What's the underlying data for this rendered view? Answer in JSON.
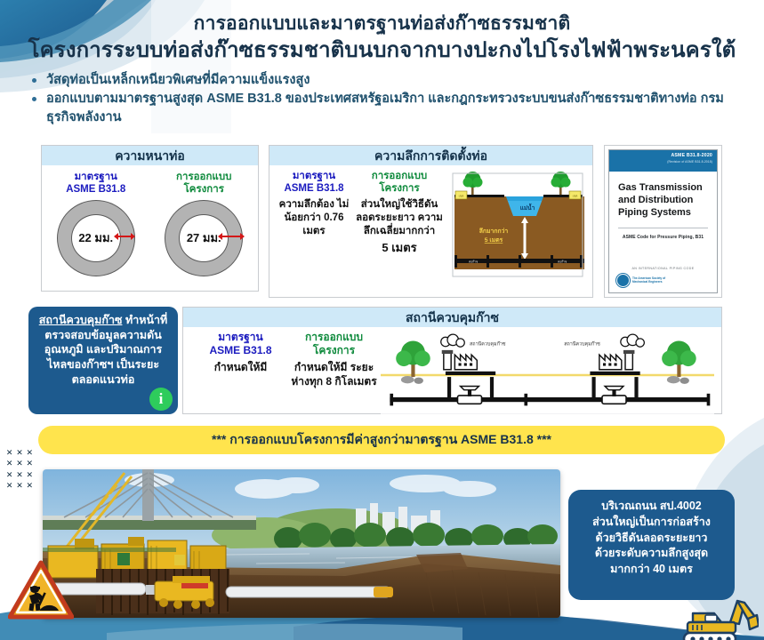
{
  "header": {
    "title_line1": "การออกแบบและมาตรฐานท่อส่งก๊าซธรรมชาติ",
    "title_line2": "โครงการระบบท่อส่งก๊าซธรรมชาติบนบกจากบางปะกงไปโรงไฟฟ้าพระนครใต้",
    "bullets": [
      "วัสดุท่อเป็นเหล็กเหนียวพิเศษที่มีความแข็งแรงสูง",
      "ออกแบบตามมาตรฐานสูงสุด ASME B31.8 ของประเทศสหรัฐอเมริกา และกฎกระทรวงระบบขนส่งก๊าซธรรมชาติทางท่อ กรมธุรกิจพลังงาน"
    ]
  },
  "panel_thickness": {
    "heading": "ความหนาท่อ",
    "standard_label_line1": "มาตรฐาน",
    "standard_label_line2": "ASME B31.8",
    "project_label_line1": "การออกแบบ",
    "project_label_line2": "โครงการ",
    "standard_value": "22 มม.",
    "project_value": "27 มม."
  },
  "panel_depth": {
    "heading": "ความลึกการติดตั้งท่อ",
    "standard_label_line1": "มาตรฐาน",
    "standard_label_line2": "ASME B31.8",
    "standard_text": "ความลึกต้อง ไม่น้อยกว่า 0.76 เมตร",
    "project_label_line1": "การออกแบบ",
    "project_label_line2": "โครงการ",
    "project_text": "ส่วนใหญ่ใช้วิธีดัน ลอดระยะยาว ความลึกเฉลี่ยมากกว่า",
    "project_value": "5 เมตร",
    "diagram": {
      "river_label": "แม่น้ำ",
      "depth_label_line1": "ลึกมากกว่า",
      "depth_label_line2": "5 เมตร",
      "left_marker": "เขต",
      "right_marker": "เขต",
      "pipe_label_left": "ท่อก๊าซ",
      "pipe_label_right": "ท่อก๊าซ"
    }
  },
  "panel_book": {
    "top_code": "ASME B31.8-2020",
    "top_revision": "(Revision of ASME B31.8-2018)",
    "title": "Gas Transmission and Distribution Piping Systems",
    "subtitle": "ASME Code for Pressure Piping, B31",
    "footer_text": "AN INTERNATIONAL PIPING CODE",
    "logo_text_line1": "The American Society of",
    "logo_text_line2": "Mechanical Engineers"
  },
  "note_station": {
    "underlined": "สถานีควบคุมก๊าซ",
    "rest": " ทำหน้าที่ตรวจสอบข้อมูลความดัน อุณหภูมิ และปริมาณการไหลของก๊าซฯ เป็นระยะ ตลอดแนวท่อ",
    "badge_glyph": "i"
  },
  "panel_station": {
    "heading": "สถานีควบคุมก๊าซ",
    "standard_label_line1": "มาตรฐาน",
    "standard_label_line2": "ASME B31.8",
    "standard_text": "กำหนดให้มี",
    "project_label_line1": "การออกแบบ",
    "project_label_line2": "โครงการ",
    "project_text": "กำหนดให้มี ระยะห่างทุก 8 กิโลเมตร",
    "diagram_label_1": "สถานีควบคุมก๊าซ",
    "diagram_label_2": "สถานีควบคุมก๊าซ"
  },
  "banner": {
    "text": "*** การออกแบบโครงการมีค่าสูงกว่ามาตรฐาน ASME B31.8 ***"
  },
  "note_road": {
    "line1": "บริเวณถนน สป.4002",
    "line2": "ส่วนใหญ่เป็นการก่อสร้าง",
    "line3": "ด้วยวิธีดันลอดระยะยาว",
    "line4": "ด้วยระดับความลึกสูงสุด",
    "line5": "มากกว่า 40 เมตร"
  },
  "decor": {
    "x_mark": "✕",
    "x_count": 12
  },
  "colors": {
    "brand_dark_blue": "#17324a",
    "note_blue": "#1d5a8e",
    "panel_head_blue": "#cfe9f8",
    "standard_blue": "#1b1bbf",
    "project_green": "#0e8a3c",
    "banner_yellow": "#ffe44d",
    "arrow_red": "#d41717",
    "badge_green": "#2ecc5c"
  }
}
